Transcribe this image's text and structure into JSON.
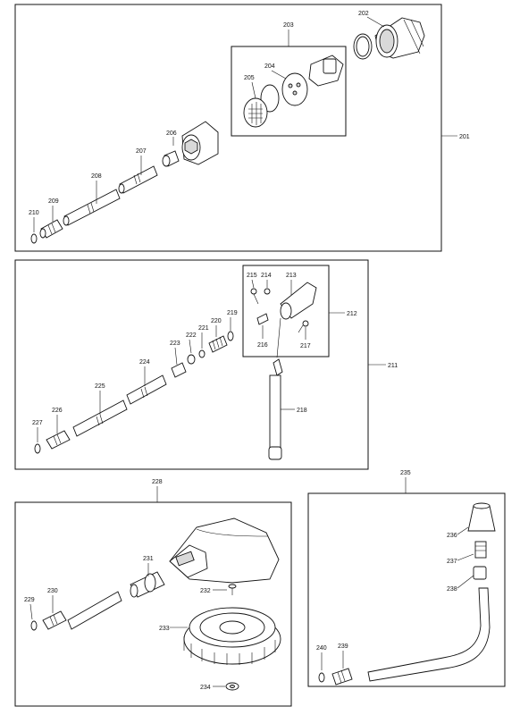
{
  "groups": [
    {
      "id": "201"
    },
    {
      "id": "203"
    },
    {
      "id": "211"
    },
    {
      "id": "212"
    },
    {
      "id": "228"
    },
    {
      "id": "235"
    }
  ],
  "labels": {
    "p201": "201",
    "p202": "202",
    "p203": "203",
    "p204": "204",
    "p205": "205",
    "p206": "206",
    "p207": "207",
    "p208": "208",
    "p209": "209",
    "p210": "210",
    "p211": "211",
    "p212": "212",
    "p213": "213",
    "p214": "214",
    "p215": "215",
    "p216": "216",
    "p217": "217",
    "p218": "218",
    "p219": "219",
    "p220": "220",
    "p221": "221",
    "p222": "222",
    "p223": "223",
    "p224": "224",
    "p225": "225",
    "p226": "226",
    "p227": "227",
    "p228": "228",
    "p229": "229",
    "p230": "230",
    "p231": "231",
    "p232": "232",
    "p233": "233",
    "p234": "234",
    "p235": "235",
    "p236": "236",
    "p237": "237",
    "p238": "238",
    "p239": "239",
    "p240": "240"
  }
}
